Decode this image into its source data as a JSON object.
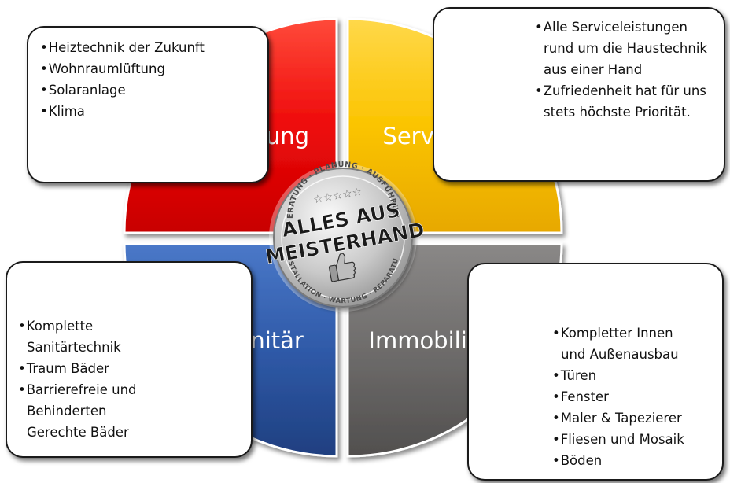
{
  "quadrants": {
    "heizung": {
      "label": "Heizung",
      "color": "#f01010",
      "items": [
        "Heiztechnik der Zukunft",
        "Wohnraumlüftung",
        "Solaranlage",
        "Klima"
      ]
    },
    "service": {
      "label": "Service",
      "color": "#f7c000",
      "items": [
        "Alle Serviceleistungen rund um die Haustechnik aus einer Hand",
        "Zufriedenheit hat für uns stets höchste Priorität."
      ]
    },
    "sanitaer": {
      "label": "Sanitär",
      "color": "#2f5aa8",
      "items": [
        "Komplette Sanitärtechnik",
        "Traum Bäder",
        "Barrierefreie und Behinderten Gerechte Bäder"
      ]
    },
    "immobilie": {
      "label": "Immobilie",
      "color": "#6e6c6b",
      "items": [
        "Kompletter Innen und Außenausbau",
        "Türen",
        "Fenster",
        "Maler & Tapezierer",
        "Fliesen und Mosaik",
        "Böden"
      ]
    }
  },
  "seal": {
    "top_arc": "BERATUNG · PLANUNG · AUSFÜHRUNG",
    "bottom_arc": "INSTALLATION · WARTUNG · REPARATUR",
    "line1": "ALLES AUS",
    "line2": "MEISTERHAND",
    "stars": "☆☆☆☆☆"
  }
}
